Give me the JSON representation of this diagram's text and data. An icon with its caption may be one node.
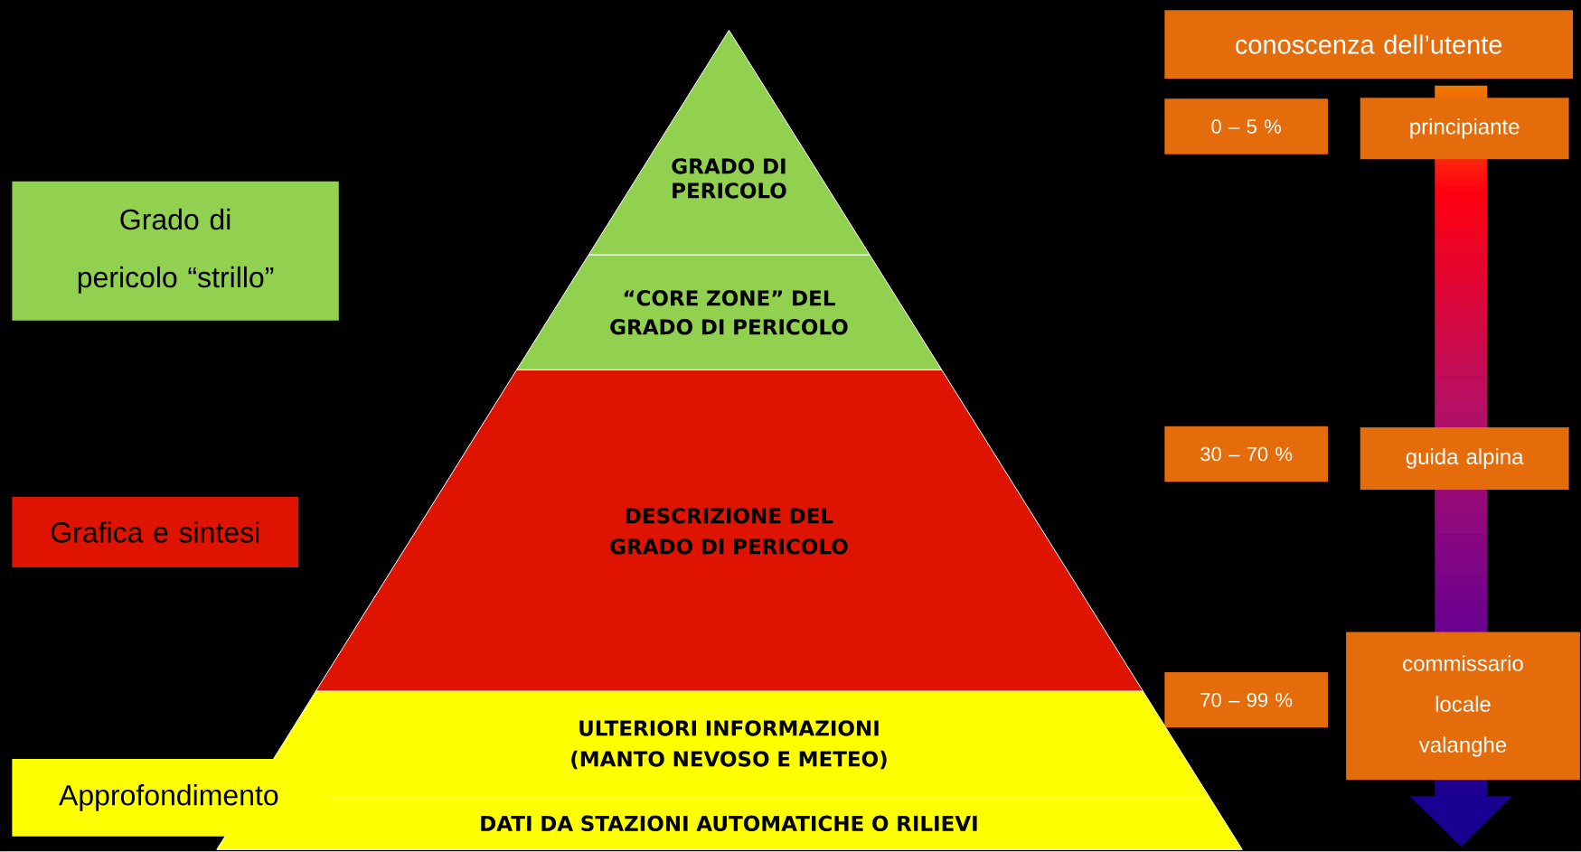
{
  "diagram": {
    "nodes": [
      {
        "text": [
          "conoscenza dell’utente"
        ]
      },
      {
        "text": [
          "0 – 5 %"
        ]
      },
      {
        "text": [
          "principiante"
        ]
      },
      {
        "text": [
          "30 – 70 %"
        ]
      },
      {
        "text": [
          "guida alpina"
        ]
      },
      {
        "text": [
          "70 – 99 %"
        ]
      },
      {
        "text": [
          "commissario locale valanghe"
        ]
      },
      {
        "text": [
          "Grado di pericolo “strillo”"
        ]
      },
      {
        "text": [
          "Grafica e sintesi"
        ]
      },
      {
        "text": [
          "Approfondimento"
        ]
      },
      {
        "text": [
          "GRADO DI PERICOLO"
        ]
      },
      {
        "text": [
          "“CORE ZONE” DEL GRADO DI PERICOLO"
        ]
      },
      {
        "text": [
          "DESCRIZIONE DEL GRADO DI PERICOLO"
        ]
      },
      {
        "text": [
          "ULTERIORI INFORMAZIONI (MANTO NEVOSO E METEO)"
        ]
      },
      {
        "text": [
          "DATI DA STAZIONI AUTOMATICHE O RILIEVI"
        ]
      }
    ]
  }
}
